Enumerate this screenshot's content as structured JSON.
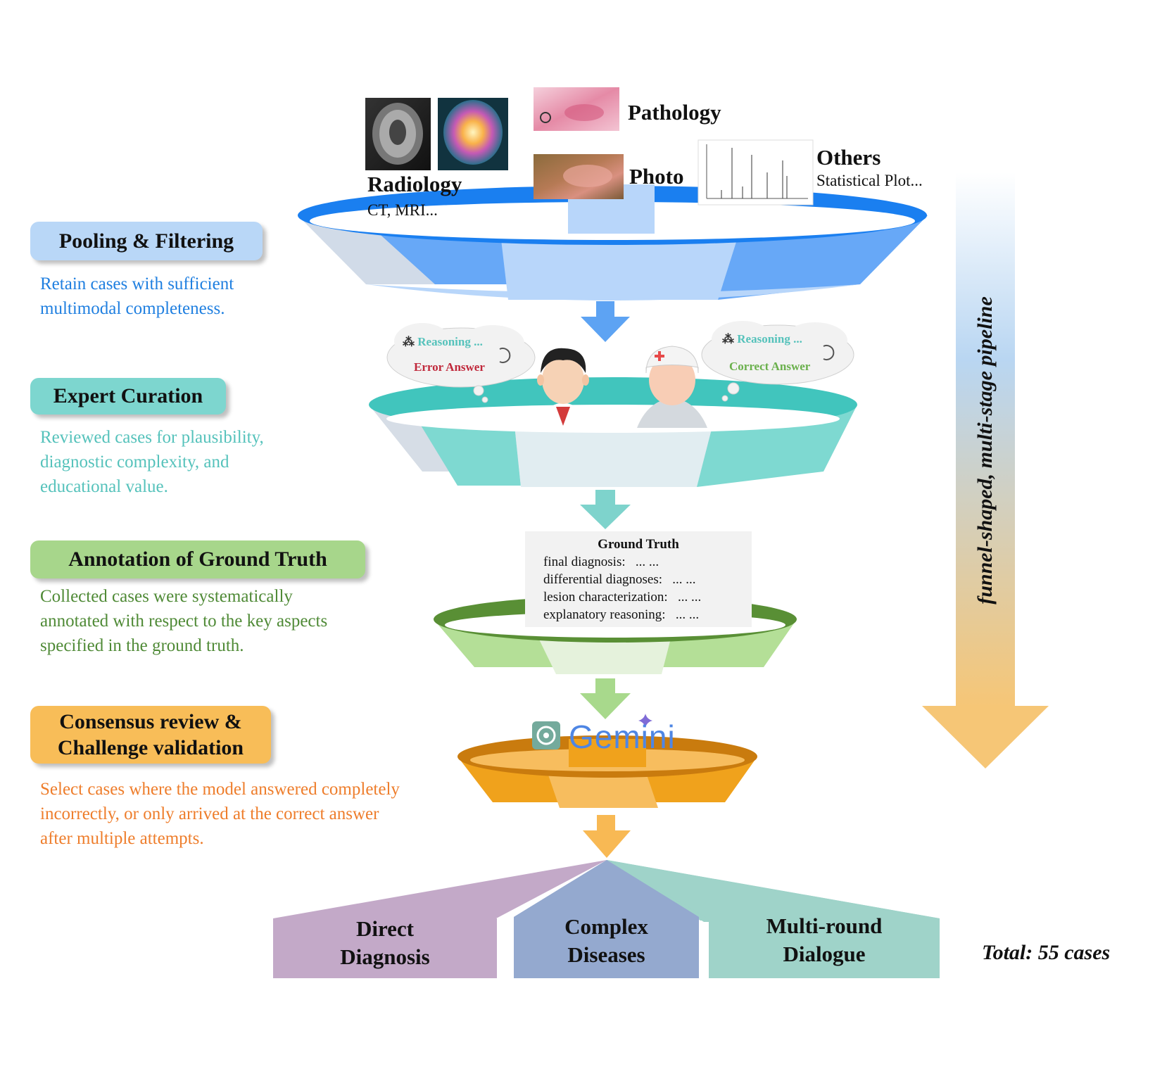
{
  "modalities": {
    "radiology_title": "Radiology",
    "radiology_sub": "CT, MRI...",
    "pathology_title": "Pathology",
    "photo_title": "Photo",
    "others_title": "Others",
    "others_sub": "Statistical Plot..."
  },
  "stages": [
    {
      "title": "Pooling & Filtering",
      "description_lines": [
        "Retain cases with sufficient",
        "multimodal completeness."
      ],
      "color": "#1f7fe0",
      "box_color": "#b9d7f7"
    },
    {
      "title": "Expert Curation",
      "description_lines": [
        "Reviewed cases for plausibility,",
        "diagnostic complexity, and",
        "educational value."
      ],
      "color": "#55c2bb",
      "box_color": "#7dd6cf"
    },
    {
      "title": "Annotation of Ground Truth",
      "description_lines": [
        "Collected cases were systematically",
        "annotated with respect to the key aspects",
        "specified in the ground truth."
      ],
      "color": "#4f8a36",
      "box_color": "#a7d68b"
    },
    {
      "title_lines": [
        "Consensus review &",
        "Challenge validation"
      ],
      "description_lines": [
        "Select cases where the model answered completely",
        "incorrectly, or only arrived at the correct answer",
        "after multiple attempts."
      ],
      "color": "#ee7d2b",
      "box_color": "#f8bd58"
    }
  ],
  "bubbles": {
    "left_reasoning": "Reasoning ...",
    "left_answer": "Error Answer",
    "right_reasoning": "Reasoning ...",
    "right_answer": "Correct Answer"
  },
  "ground_truth": {
    "title": "Ground Truth",
    "rows": [
      {
        "label": "final diagnosis:",
        "value": "... ..."
      },
      {
        "label": "differential diagnoses:",
        "value": "... ..."
      },
      {
        "label": "lesion characterization:",
        "value": "... ..."
      },
      {
        "label": "explanatory reasoning:",
        "value": "... ..."
      }
    ]
  },
  "model_logo_text": "Gemini",
  "outputs": [
    {
      "line1": "Direct",
      "line2": "Diagnosis",
      "color": "#c3a9c8"
    },
    {
      "line1": "Complex",
      "line2": "Diseases",
      "color": "#94a9cf"
    },
    {
      "line1": "Multi-round",
      "line2": "Dialogue",
      "color": "#9fd3c9"
    }
  ],
  "side_label": "funnel-shaped, multi-stage pipeline",
  "total_label": "Total: 55 cases"
}
